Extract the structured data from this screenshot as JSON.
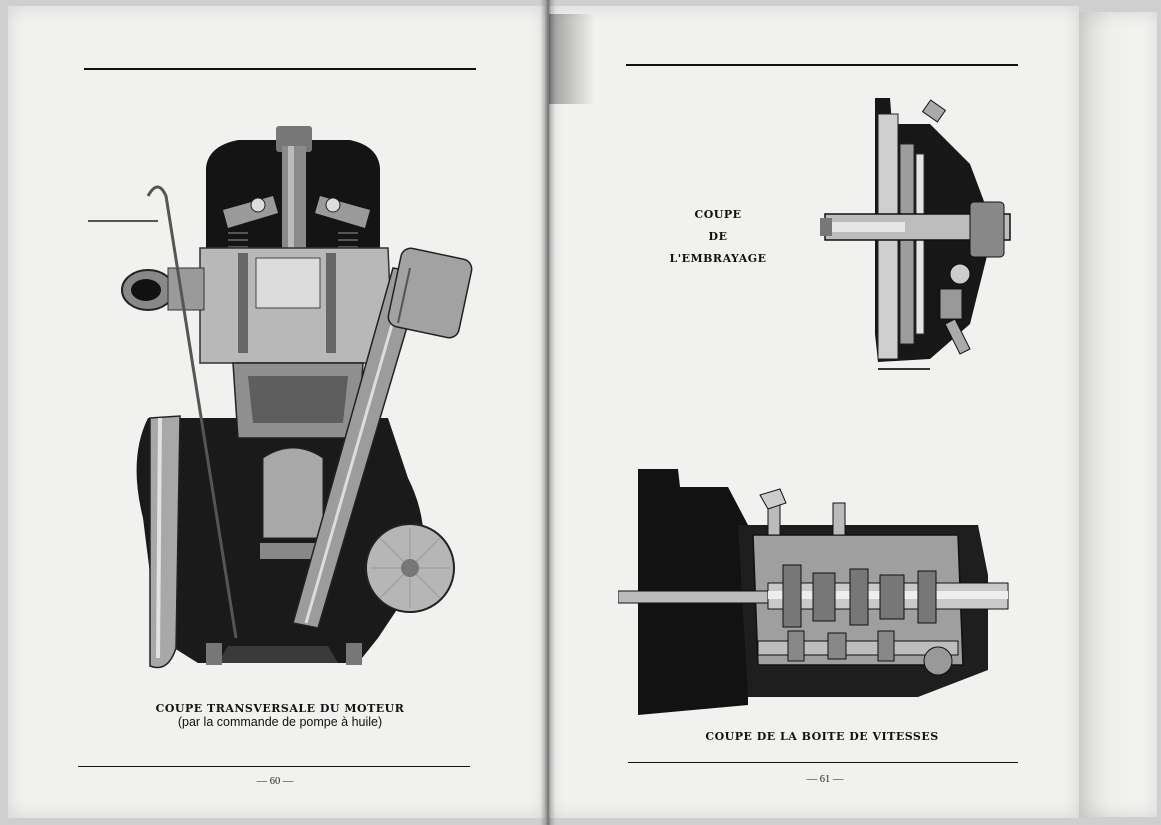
{
  "left_page": {
    "caption_title": "COUPE TRANSVERSALE DU MOTEUR",
    "caption_sub": "(par la commande de pompe à huile)",
    "page_number": "— 60 —"
  },
  "right_page": {
    "clutch_title_lines": [
      "COUPE",
      "DE",
      "L'EMBRAYAGE"
    ],
    "gearbox_caption": "COUPE DE LA BOITE DE VITESSES",
    "page_number": "— 61 —"
  }
}
